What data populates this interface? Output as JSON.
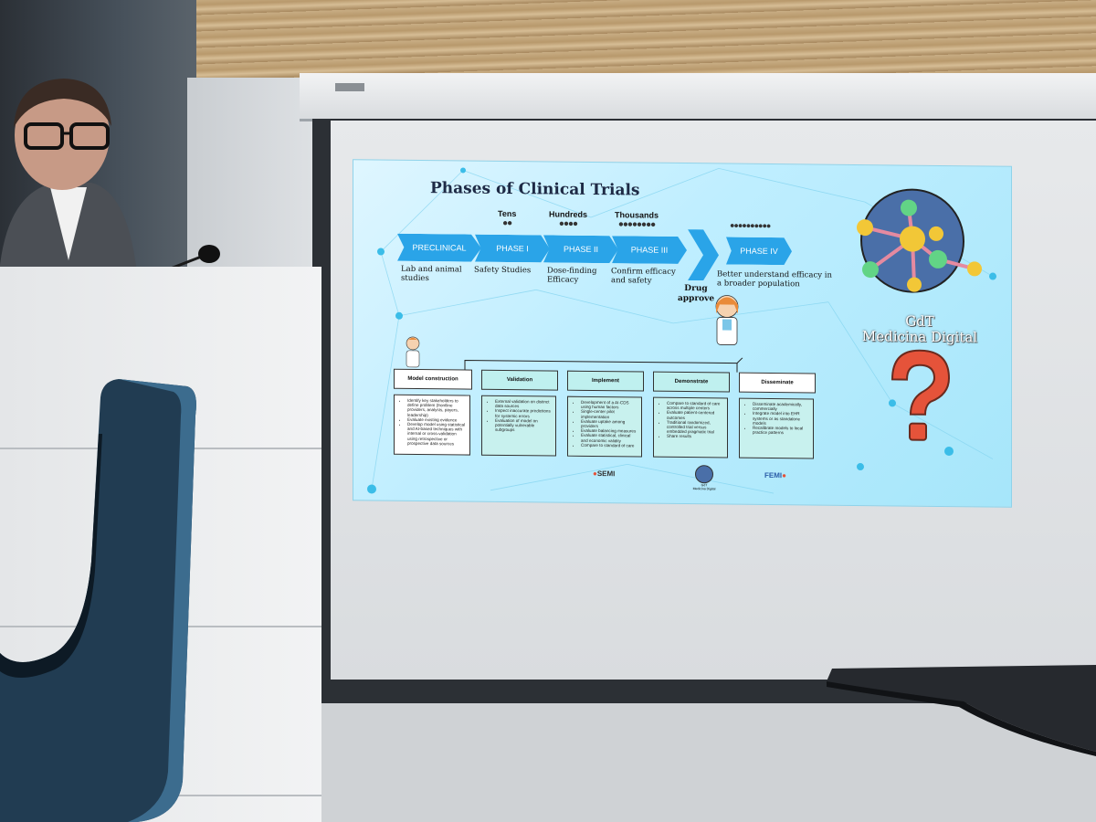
{
  "slide": {
    "title": "Phases of Clinical Trials",
    "counts": [
      "Tens",
      "Hundreds",
      "Thousands"
    ],
    "phases": [
      {
        "label": "PRECLINICAL",
        "desc": "Lab and animal studies"
      },
      {
        "label": "PHASE I",
        "desc": "Safety Studies"
      },
      {
        "label": "PHASE II",
        "desc": "Dose-finding Efficacy"
      },
      {
        "label": "PHASE III",
        "desc": "Confirm efficacy and safety"
      },
      {
        "label": "PHASE IV",
        "desc": "Better understand efficacy in a broader population"
      }
    ],
    "drug_approve": "Drug approve",
    "stages": [
      {
        "title": "Model construction",
        "items": [
          "Identify key stakeholders to define problem (frontline providers, analysts, payers, leadership)",
          "Evaluate existing evidence",
          "Develop model using statistical and AI-based techniques with internal or cross-validation using retrospective or prospective data sources"
        ]
      },
      {
        "title": "Validation",
        "items": [
          "External validation on distinct data sources",
          "Inspect inaccurate predictions for systemic errors",
          "Evaluation of model on potentially vulnerable subgroups"
        ]
      },
      {
        "title": "Implement",
        "items": [
          "Development of a AI-CDS using human factors",
          "Single-center pilot implementation",
          "Evaluate uptake among providers",
          "Evaluate balancing measures",
          "Evaluate statistical, clinical and economic validity",
          "Compare to standard of care"
        ]
      },
      {
        "title": "Demonstrate",
        "items": [
          "Compare to standard of care across multiple centers",
          "Evaluate patient-centered outcomes",
          "Traditional randomized, controlled trial versus embedded pragmatic trial",
          "Share results"
        ]
      },
      {
        "title": "Disseminate",
        "items": [
          "Disseminate academically, commercially",
          "Integrate model into EHR systems or as standalone models",
          "Recalibrate models to local practice patterns"
        ]
      }
    ],
    "brand": {
      "line1": "GdT",
      "line2": "Medicina Digital"
    },
    "logos": {
      "left": "SEMI",
      "center_line1": "GdT",
      "center_line2": "Medicina Digital",
      "right": "FEMI"
    },
    "colors": {
      "chevron": "#2aa4e8",
      "question_mark": "#e5533a",
      "background": "#bfeeff"
    }
  },
  "icons": [
    "question-mark-icon",
    "molecule-icon",
    "people-icon"
  ]
}
